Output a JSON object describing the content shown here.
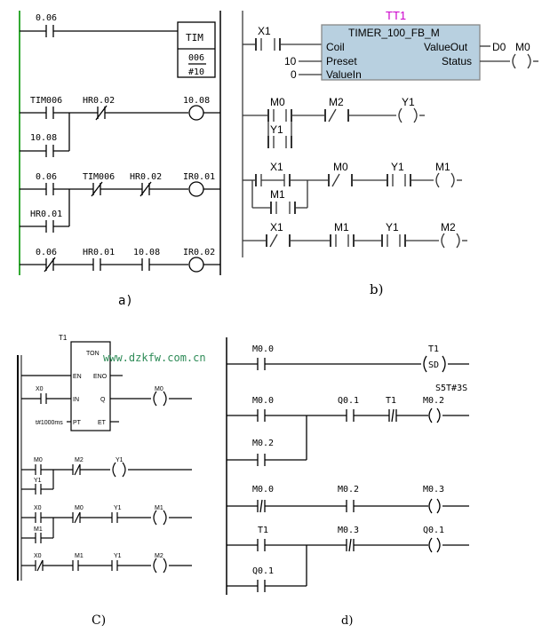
{
  "panels": {
    "a": {
      "caption": "a)",
      "box_title": "TIM",
      "box_num": "006",
      "box_preset": "#10",
      "contacts": [
        "0.06",
        "TIM006",
        "HR0.02",
        "10.08",
        "0.06",
        "TIM006",
        "HR0.02",
        "HR0.01",
        "0.06",
        "HR0.01",
        "10.08"
      ],
      "coils": [
        "10.08",
        "IR0.01",
        "IR0.02"
      ]
    },
    "b": {
      "caption": "b)",
      "block_name": "TT1",
      "block_type": "TIMER_100_FB_M",
      "in_pins": [
        "Coil",
        "Preset",
        "ValueIn"
      ],
      "out_pins": [
        "ValueOut",
        "Status"
      ],
      "preset_value": "10",
      "valuein_value": "0",
      "out_d0": "D0",
      "contacts": [
        "X1",
        "M0",
        "M2",
        "Y1",
        "X1",
        "M1",
        "M0",
        "Y1",
        "X1",
        "M1",
        "Y1"
      ],
      "coils": [
        "M0",
        "Y1",
        "M1",
        "M2"
      ]
    },
    "c": {
      "caption": "C)",
      "block_name": "T1",
      "block_type": "TON",
      "pins": [
        "EN",
        "ENO",
        "IN",
        "Q",
        "PT",
        "ET"
      ],
      "pt_value": "t#1000ms",
      "contacts": [
        "X0",
        "M0",
        "M2",
        "Y1",
        "X0",
        "M1",
        "M0",
        "Y1",
        "X0",
        "M1",
        "Y1"
      ],
      "coils": [
        "M0",
        "Y1",
        "M1",
        "M2"
      ]
    },
    "d": {
      "caption": "d)",
      "contacts": [
        "M0.0",
        "M0.0",
        "Q0.1",
        "T1",
        "M0.2",
        "M0.0",
        "M0.2",
        "T1",
        "M0.3",
        "Q0.1"
      ],
      "coils": [
        "T1",
        "M0.2",
        "M0.3",
        "Q0.1"
      ],
      "sd_label": "SD",
      "timer_value": "S5T#3S"
    }
  },
  "watermark": "www.dzkfw.com.cn",
  "colors": {
    "watermark": "#2e8b57",
    "block_title": "#cc00cc",
    "rail_green": "#33aa33",
    "block_fill": "#b8d0e0"
  }
}
